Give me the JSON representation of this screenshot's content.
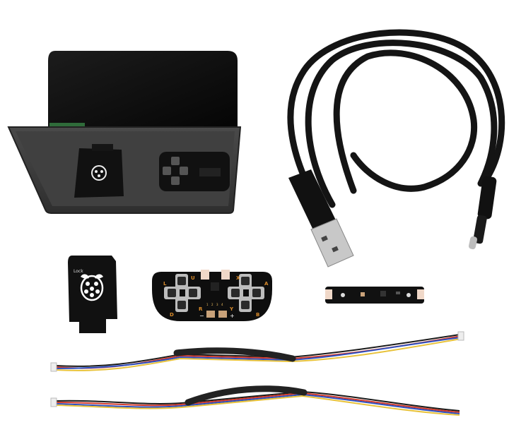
{
  "photo": {
    "sd_card_label": "Lock",
    "gamepad_button_labels": [
      "U",
      "L",
      "D",
      "R",
      "X",
      "A",
      "Y",
      "B"
    ],
    "gamepad_pad_labels": [
      "1",
      "2",
      "3",
      "4"
    ],
    "gamepad_button_signs": [
      "−",
      "+"
    ],
    "colors": {
      "background": "#ffffff",
      "case_black": "#0d0d0d",
      "case_grey": "#3a3a3a",
      "pcb_black": "#111111",
      "silkscreen_orange": "#d98b2b",
      "wire_red": "#d23a2a",
      "wire_blue": "#2c4fc0",
      "wire_yellow": "#e8c23a",
      "wire_black": "#1a1a1a"
    }
  }
}
